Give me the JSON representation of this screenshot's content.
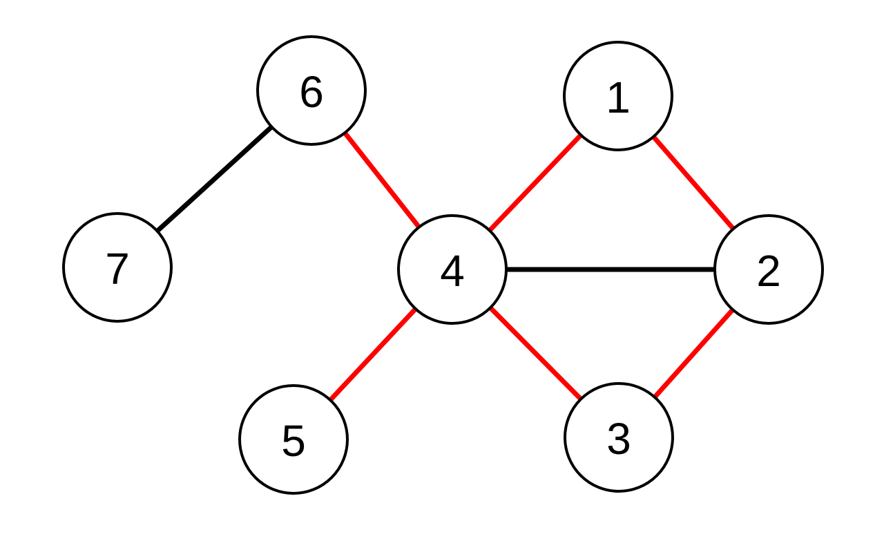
{
  "colors": {
    "background": "#ffffff",
    "highlighted_edge": "#ff0000",
    "plain_edge": "#000000",
    "node_border": "#000000",
    "node_fill": "#ffffff",
    "label": "#000000"
  },
  "nodes": [
    {
      "id": "1",
      "label": "1"
    },
    {
      "id": "2",
      "label": "2"
    },
    {
      "id": "3",
      "label": "3"
    },
    {
      "id": "4",
      "label": "4"
    },
    {
      "id": "5",
      "label": "5"
    },
    {
      "id": "6",
      "label": "6"
    },
    {
      "id": "7",
      "label": "7"
    }
  ],
  "edges": [
    {
      "from": "6",
      "to": "7",
      "highlighted": false
    },
    {
      "from": "6",
      "to": "4",
      "highlighted": true
    },
    {
      "from": "4",
      "to": "1",
      "highlighted": true
    },
    {
      "from": "1",
      "to": "2",
      "highlighted": true
    },
    {
      "from": "4",
      "to": "2",
      "highlighted": false
    },
    {
      "from": "4",
      "to": "5",
      "highlighted": true
    },
    {
      "from": "4",
      "to": "3",
      "highlighted": true
    },
    {
      "from": "2",
      "to": "3",
      "highlighted": true
    }
  ]
}
